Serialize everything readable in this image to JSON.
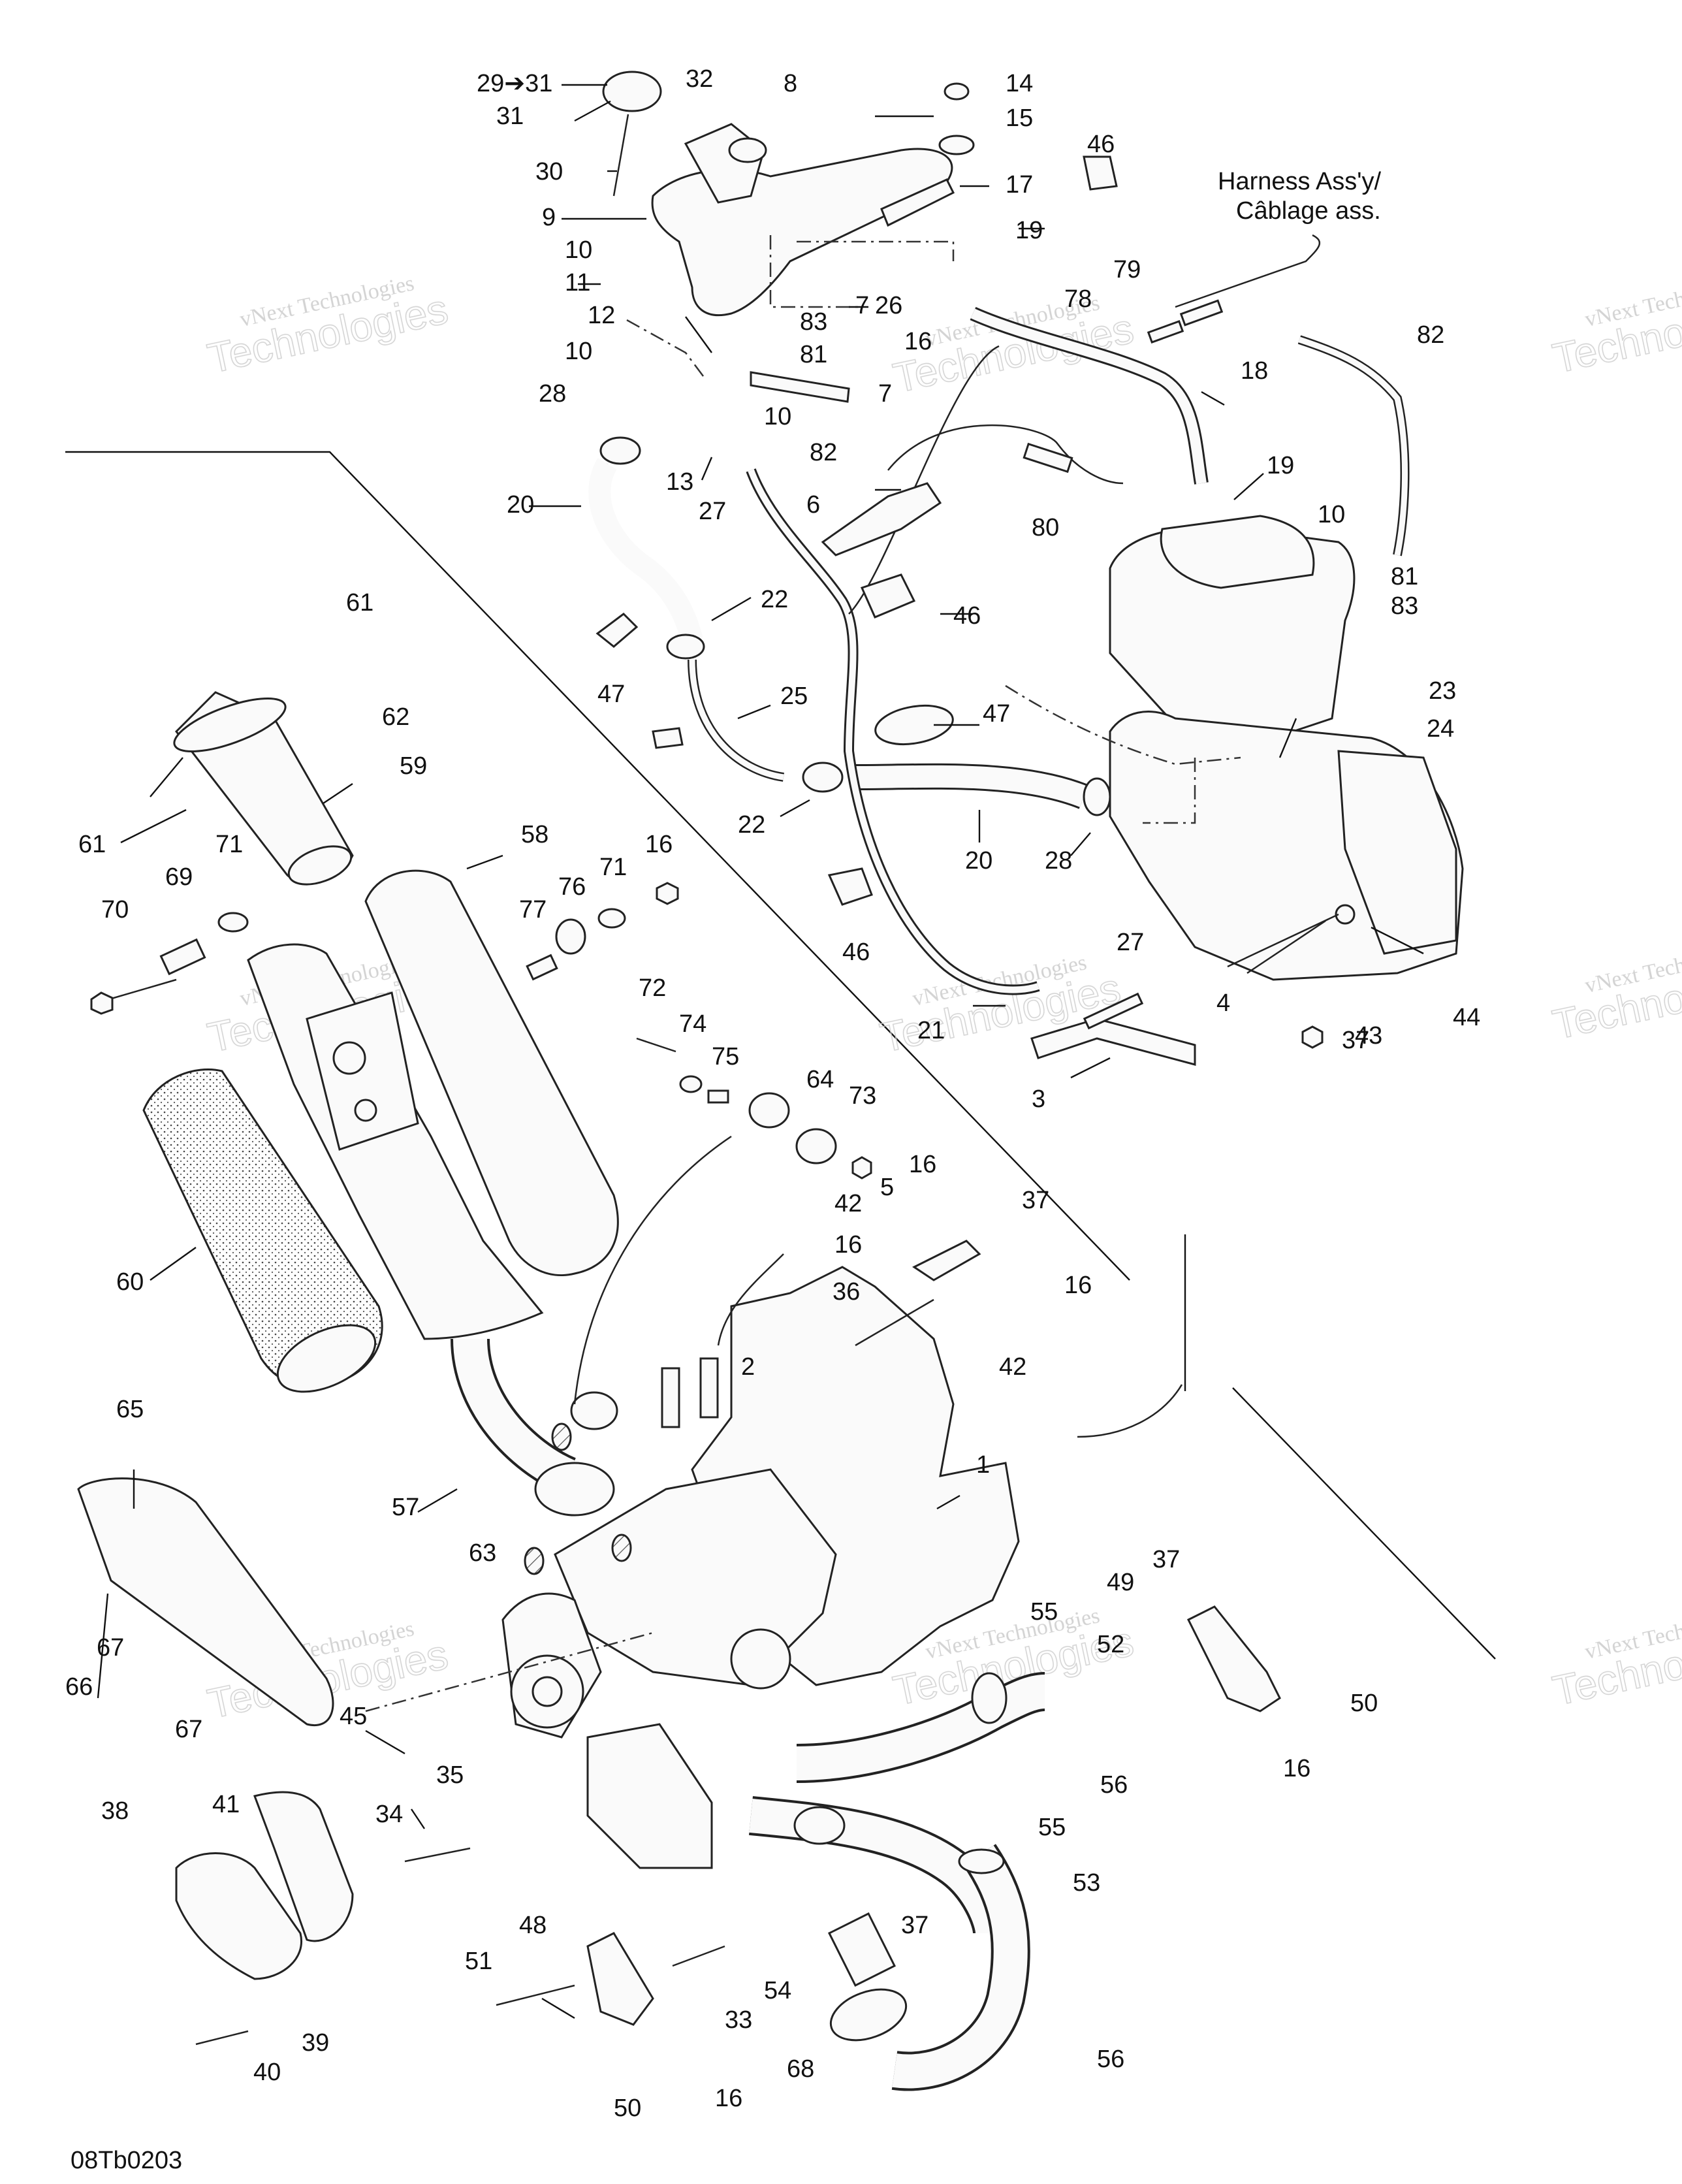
{
  "diagram": {
    "harness_label_line1": "Harness Ass'y/",
    "harness_label_line2": "Câblage ass.",
    "figure_code": "08Tb0203",
    "watermark_line1": "vNext Technologies",
    "watermark_line2": "Technologies",
    "callouts": [
      {
        "id": "c-29-31",
        "text": "29➔31"
      },
      {
        "id": "c-31",
        "text": "31"
      },
      {
        "id": "c-32",
        "text": "32"
      },
      {
        "id": "c-8",
        "text": "8"
      },
      {
        "id": "c-14",
        "text": "14"
      },
      {
        "id": "c-15",
        "text": "15"
      },
      {
        "id": "c-30",
        "text": "30"
      },
      {
        "id": "c-17",
        "text": "17"
      },
      {
        "id": "c-46a",
        "text": "46"
      },
      {
        "id": "c-9",
        "text": "9"
      },
      {
        "id": "c-19a",
        "text": "19"
      },
      {
        "id": "c-79",
        "text": "79"
      },
      {
        "id": "c-10a",
        "text": "10"
      },
      {
        "id": "c-11",
        "text": "11"
      },
      {
        "id": "c-12",
        "text": "12"
      },
      {
        "id": "c-7a",
        "text": "7"
      },
      {
        "id": "c-26",
        "text": "26"
      },
      {
        "id": "c-78",
        "text": "78"
      },
      {
        "id": "c-82a",
        "text": "82"
      },
      {
        "id": "c-83a",
        "text": "83"
      },
      {
        "id": "c-16a",
        "text": "16"
      },
      {
        "id": "c-10b",
        "text": "10"
      },
      {
        "id": "c-81a",
        "text": "81"
      },
      {
        "id": "c-18",
        "text": "18"
      },
      {
        "id": "c-7b",
        "text": "7"
      },
      {
        "id": "c-28a",
        "text": "28"
      },
      {
        "id": "c-10c",
        "text": "10"
      },
      {
        "id": "c-82b",
        "text": "82"
      },
      {
        "id": "c-13",
        "text": "13"
      },
      {
        "id": "c-19b",
        "text": "19"
      },
      {
        "id": "c-20a",
        "text": "20"
      },
      {
        "id": "c-27a",
        "text": "27"
      },
      {
        "id": "c-6",
        "text": "6"
      },
      {
        "id": "c-80",
        "text": "80"
      },
      {
        "id": "c-10d",
        "text": "10"
      },
      {
        "id": "c-81b",
        "text": "81"
      },
      {
        "id": "c-83b",
        "text": "83"
      },
      {
        "id": "c-61a",
        "text": "61"
      },
      {
        "id": "c-22a",
        "text": "22"
      },
      {
        "id": "c-46b",
        "text": "46"
      },
      {
        "id": "c-23",
        "text": "23"
      },
      {
        "id": "c-24",
        "text": "24"
      },
      {
        "id": "c-62",
        "text": "62"
      },
      {
        "id": "c-47a",
        "text": "47"
      },
      {
        "id": "c-25",
        "text": "25"
      },
      {
        "id": "c-47b",
        "text": "47"
      },
      {
        "id": "c-59",
        "text": "59"
      },
      {
        "id": "c-61b",
        "text": "61"
      },
      {
        "id": "c-71a",
        "text": "71"
      },
      {
        "id": "c-58",
        "text": "58"
      },
      {
        "id": "c-16b",
        "text": "16"
      },
      {
        "id": "c-22b",
        "text": "22"
      },
      {
        "id": "c-20b",
        "text": "20"
      },
      {
        "id": "c-28b",
        "text": "28"
      },
      {
        "id": "c-69",
        "text": "69"
      },
      {
        "id": "c-76",
        "text": "76"
      },
      {
        "id": "c-71b",
        "text": "71"
      },
      {
        "id": "c-70",
        "text": "70"
      },
      {
        "id": "c-77",
        "text": "77"
      },
      {
        "id": "c-46c",
        "text": "46"
      },
      {
        "id": "c-27b",
        "text": "27"
      },
      {
        "id": "c-72",
        "text": "72"
      },
      {
        "id": "c-4",
        "text": "4"
      },
      {
        "id": "c-44",
        "text": "44"
      },
      {
        "id": "c-21",
        "text": "21"
      },
      {
        "id": "c-43",
        "text": "43"
      },
      {
        "id": "c-74",
        "text": "74"
      },
      {
        "id": "c-37a",
        "text": "37"
      },
      {
        "id": "c-75",
        "text": "75"
      },
      {
        "id": "c-3",
        "text": "3"
      },
      {
        "id": "c-64",
        "text": "64"
      },
      {
        "id": "c-73",
        "text": "73"
      },
      {
        "id": "c-16c",
        "text": "16"
      },
      {
        "id": "c-5",
        "text": "5"
      },
      {
        "id": "c-37b",
        "text": "37"
      },
      {
        "id": "c-42a",
        "text": "42"
      },
      {
        "id": "c-16d",
        "text": "16"
      },
      {
        "id": "c-60",
        "text": "60"
      },
      {
        "id": "c-16e",
        "text": "16"
      },
      {
        "id": "c-36",
        "text": "36"
      },
      {
        "id": "c-42b",
        "text": "42"
      },
      {
        "id": "c-2",
        "text": "2"
      },
      {
        "id": "c-65",
        "text": "65"
      },
      {
        "id": "c-1",
        "text": "1"
      },
      {
        "id": "c-57",
        "text": "57"
      },
      {
        "id": "c-63",
        "text": "63"
      },
      {
        "id": "c-37c",
        "text": "37"
      },
      {
        "id": "c-49",
        "text": "49"
      },
      {
        "id": "c-55a",
        "text": "55"
      },
      {
        "id": "c-52",
        "text": "52"
      },
      {
        "id": "c-67a",
        "text": "67"
      },
      {
        "id": "c-66",
        "text": "66"
      },
      {
        "id": "c-67b",
        "text": "67"
      },
      {
        "id": "c-50a",
        "text": "50"
      },
      {
        "id": "c-45",
        "text": "45"
      },
      {
        "id": "c-56a",
        "text": "56"
      },
      {
        "id": "c-16f",
        "text": "16"
      },
      {
        "id": "c-35",
        "text": "35"
      },
      {
        "id": "c-38",
        "text": "38"
      },
      {
        "id": "c-41",
        "text": "41"
      },
      {
        "id": "c-34",
        "text": "34"
      },
      {
        "id": "c-55b",
        "text": "55"
      },
      {
        "id": "c-53",
        "text": "53"
      },
      {
        "id": "c-37d",
        "text": "37"
      },
      {
        "id": "c-48",
        "text": "48"
      },
      {
        "id": "c-51",
        "text": "51"
      },
      {
        "id": "c-54",
        "text": "54"
      },
      {
        "id": "c-33",
        "text": "33"
      },
      {
        "id": "c-39",
        "text": "39"
      },
      {
        "id": "c-56b",
        "text": "56"
      },
      {
        "id": "c-40",
        "text": "40"
      },
      {
        "id": "c-68",
        "text": "68"
      },
      {
        "id": "c-50b",
        "text": "50"
      },
      {
        "id": "c-16g",
        "text": "16"
      }
    ]
  }
}
